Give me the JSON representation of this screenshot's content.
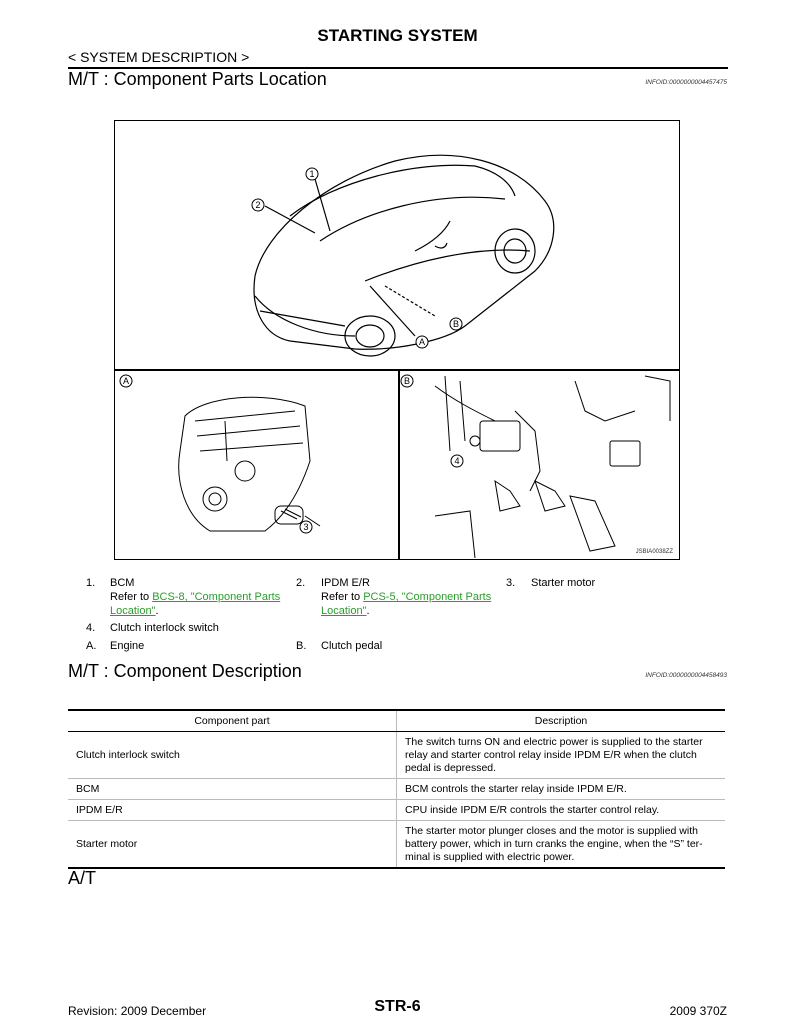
{
  "header": {
    "title": "STARTING SYSTEM",
    "system_description": "< SYSTEM DESCRIPTION >"
  },
  "section1": {
    "heading": "M/T : Component Parts Location",
    "infoid": "INFOID:0000000004457475"
  },
  "figure": {
    "code": "JSBIA0038ZZ",
    "callouts": [
      "1",
      "2",
      "3",
      "4"
    ],
    "views": [
      "A",
      "B"
    ]
  },
  "legend": {
    "items": [
      {
        "num": "1.",
        "name": "BCM",
        "refer_prefix": "Refer to ",
        "link_line1": "BCS-8, \"Component Parts ",
        "link_line2": "Location\"",
        "suffix": "."
      },
      {
        "num": "2.",
        "name": "IPDM E/R",
        "refer_prefix": "Refer to ",
        "link_line1": "PCS-5, \"Component Parts ",
        "link_line2": "Location\"",
        "suffix": "."
      },
      {
        "num": "3.",
        "name": "Starter motor"
      },
      {
        "num": "4.",
        "name": "Clutch interlock switch"
      }
    ],
    "views": [
      {
        "letter": "A.",
        "name": "Engine"
      },
      {
        "letter": "B.",
        "name": "Clutch pedal"
      }
    ]
  },
  "section2": {
    "heading": "M/T : Component  Description",
    "infoid": "INFOID:0000000004458493"
  },
  "table": {
    "headers": [
      "Component part",
      "Description"
    ],
    "rows": [
      {
        "part": "Clutch interlock switch",
        "desc": [
          "The switch turns ON and electric power is supplied to the starter",
          "relay and starter control relay inside IPDM E/R when the clutch",
          "pedal is depressed."
        ]
      },
      {
        "part": "BCM",
        "desc": [
          "BCM controls the starter relay inside IPDM E/R."
        ]
      },
      {
        "part": "IPDM E/R",
        "desc": [
          "CPU inside IPDM E/R controls the starter control relay."
        ]
      },
      {
        "part": "Starter motor",
        "desc": [
          "The starter motor plunger closes and the motor is supplied with",
          "battery power, which in turn cranks the engine, when the “S” ter-",
          "minal is supplied with electric power."
        ]
      }
    ]
  },
  "section3": {
    "heading": "A/T"
  },
  "footer": {
    "revision": "Revision: 2009 December",
    "page": "STR-6",
    "model": "2009 370Z"
  }
}
